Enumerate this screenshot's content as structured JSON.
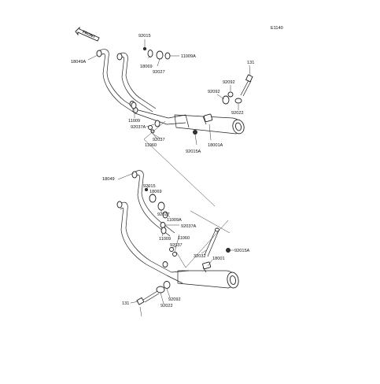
{
  "diagram_code": "E1140",
  "front_label": "FRONT",
  "labels": {
    "p92015_top": "92015",
    "p18069_top": "18069",
    "p11009A_top": "11009A",
    "p92027_top": "92027",
    "p18049A": "18049A",
    "p131_top": "131",
    "p92092_a": "92092",
    "p92092_b": "92092",
    "p92022_top": "92022",
    "p11009_top": "11009",
    "p92037A_top": "92037A",
    "p92037_top": "92037",
    "p11060_top": "11060",
    "p92015A_top": "92015A",
    "p18001A": "18001A",
    "p18049": "18049",
    "p92015_bot": "92015",
    "p18069_bot": "18069",
    "p92027_bot": "92027",
    "p11009A_bot": "11009A",
    "p92037A_bot": "92037A",
    "p11009_bot": "11009",
    "p11060_bot": "11060",
    "p92037_bot": "92037",
    "p92015A_bot": "92015A",
    "p32032": "32032",
    "p18001": "18001",
    "p92092_bot": "92092",
    "p92022_bot": "92022",
    "p131_bot": "131"
  }
}
